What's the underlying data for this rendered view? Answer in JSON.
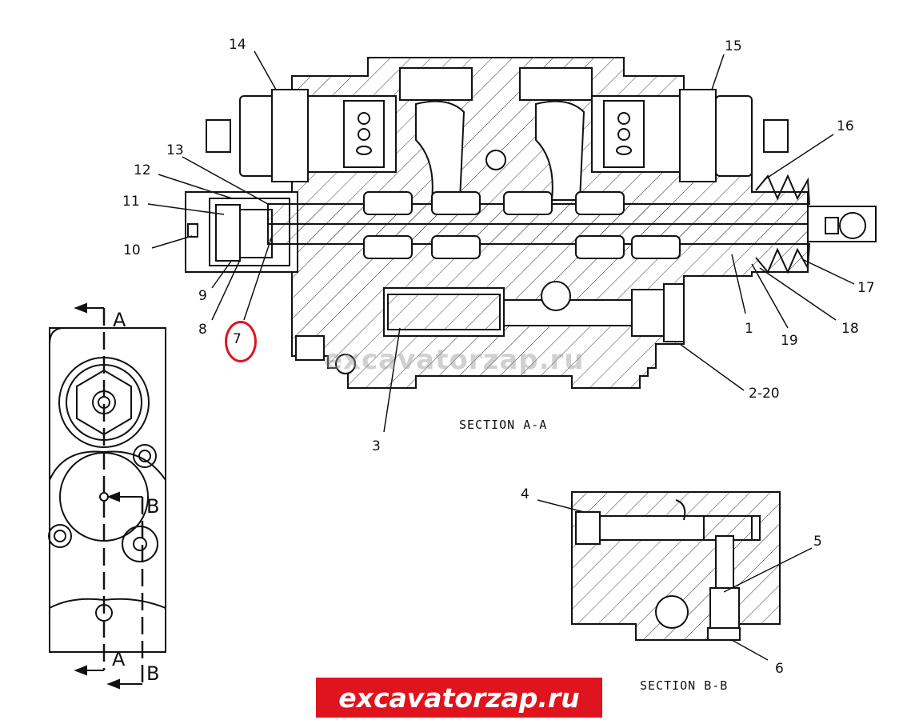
{
  "labels": {
    "l1": "1",
    "l2": "2-20",
    "l3": "3",
    "l4": "4",
    "l5": "5",
    "l6": "6",
    "l7": "7",
    "l8": "8",
    "l9": "9",
    "l10": "10",
    "l11": "11",
    "l12": "12",
    "l13": "13",
    "l14": "14",
    "l15": "15",
    "l16": "16",
    "l17": "17",
    "l18": "18",
    "l19": "19"
  },
  "sections": {
    "aa": "SECTION A-A",
    "bb": "SECTION B-B"
  },
  "markers": {
    "a_top": "A",
    "a_bottom": "A",
    "b_mid": "B",
    "b_bottom": "B"
  },
  "watermark": "excavatorzap.ru",
  "brand": {
    "text": "excavatorzap.ru",
    "color": "#e0141e"
  },
  "highlight": {
    "part": "7",
    "color": "#e0141e"
  }
}
